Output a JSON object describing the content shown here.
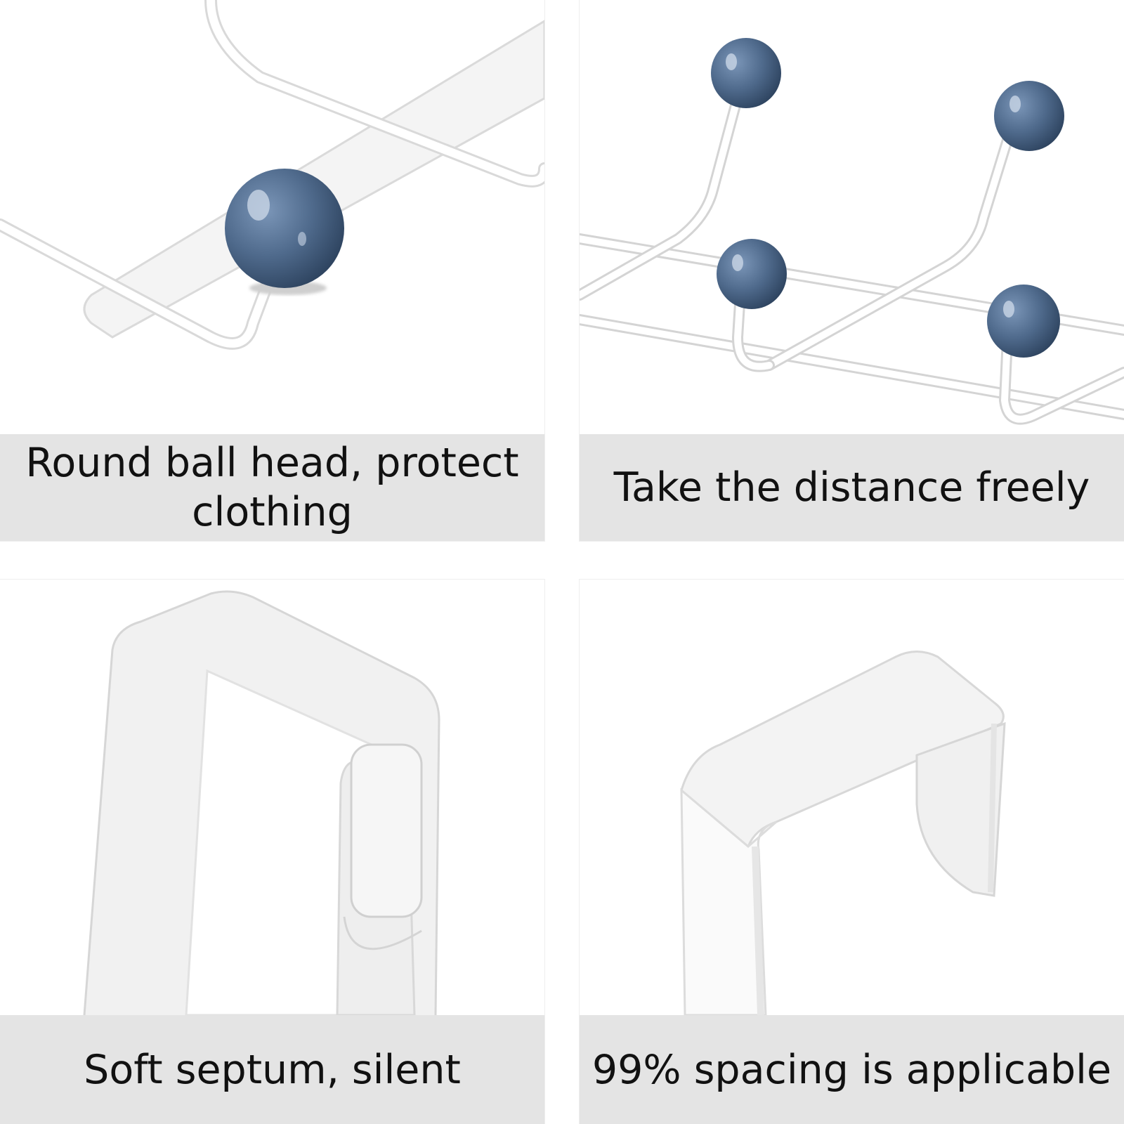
{
  "panels": [
    {
      "caption": "Round ball head, protect clothing"
    },
    {
      "caption": "Take the distance freely"
    },
    {
      "caption": "Soft septum, silent"
    },
    {
      "caption": "99% spacing is applicable"
    }
  ],
  "colors": {
    "ball": "#4f6a8c",
    "wire": "#ffffff",
    "caption_bg": "#e4e4e4",
    "text": "#111111"
  }
}
